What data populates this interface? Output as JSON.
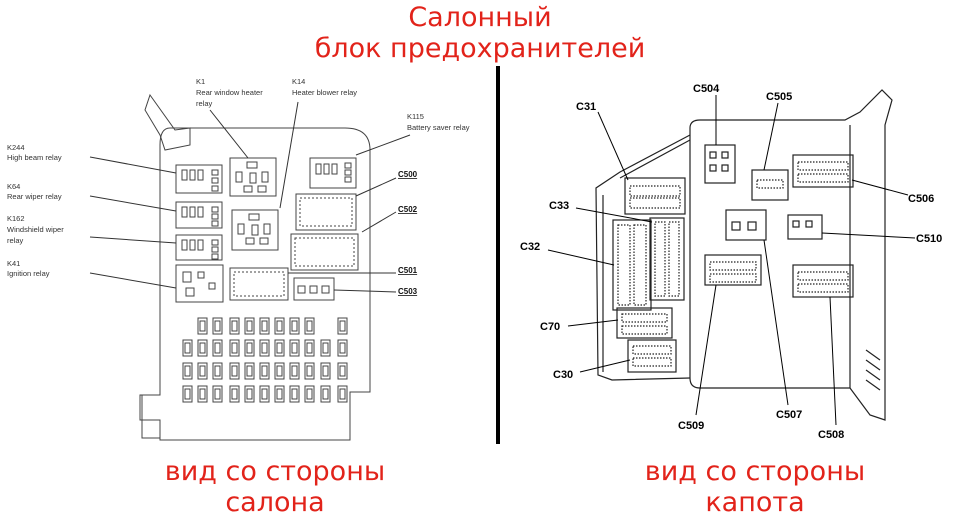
{
  "title": {
    "line1": "Салонный",
    "line2": "блок предохранителей"
  },
  "captions": {
    "left": {
      "line1": "вид со стороны",
      "line2": "салона"
    },
    "right": {
      "line1": "вид со стороны",
      "line2": "капота"
    }
  },
  "left_diagram": {
    "relays": [
      {
        "id": "K244",
        "desc_lines": [
          "High beam relay"
        ]
      },
      {
        "id": "K64",
        "desc_lines": [
          "Rear wiper relay"
        ]
      },
      {
        "id": "K162",
        "desc_lines": [
          "Windshield wiper",
          "relay"
        ]
      },
      {
        "id": "K41",
        "desc_lines": [
          "Ignition relay"
        ]
      },
      {
        "id": "K1",
        "desc_lines": [
          "Rear window heater",
          "relay"
        ]
      },
      {
        "id": "K14",
        "desc_lines": [
          "Heater blower relay"
        ]
      },
      {
        "id": "K115",
        "desc_lines": [
          "Battery saver relay"
        ]
      }
    ],
    "connectors": [
      "C500",
      "C502",
      "C501",
      "C503"
    ]
  },
  "right_diagram": {
    "connectors": [
      "C31",
      "C504",
      "C505",
      "C33",
      "C506",
      "C32",
      "C510",
      "C70",
      "C30",
      "C509",
      "C507",
      "C508"
    ]
  },
  "colors": {
    "accent": "#e2231a",
    "divider": "#000000",
    "line": "#333333"
  }
}
